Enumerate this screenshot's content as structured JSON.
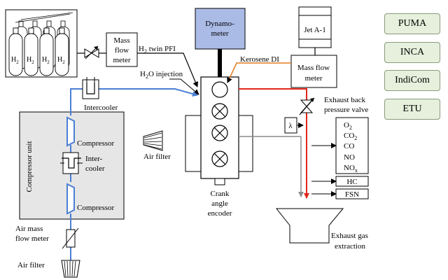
{
  "labels": {
    "h2": "H",
    "h2_sub": "2",
    "mass_flow_meter": [
      "Mass",
      "flow",
      "meter"
    ],
    "h2_pfi_pre": "H",
    "h2_pfi_sub": "2",
    "h2_pfi_post": " twin PFI",
    "h2o_pre": "H",
    "h2o_sub": "2",
    "h2o_post": "O injection",
    "intercooler": "Intercooler",
    "compressor_top": "Compressor",
    "compressor_bottom": "Compressor",
    "inter_cooler": [
      "Inter-",
      "cooler"
    ],
    "compressor_unit": "Compressor unit",
    "air_mass_flow_meter": [
      "Air mass",
      "flow meter"
    ],
    "air_filter_left": "Air filter",
    "air_filter_mid": "Air filter",
    "dynamometer": [
      "Dynamo-",
      "meter"
    ],
    "jet_a1": "Jet A-1",
    "kerosene_di": "Kerosene DI",
    "mass_flow_meter_right": [
      "Mass flow",
      "meter"
    ],
    "exhaust_back_pressure": [
      "Exhaust back",
      "pressure valve"
    ],
    "lambda": "λ",
    "emissions": [
      "O",
      "CO",
      "CO",
      "NO",
      "NO"
    ],
    "emissions_sub": [
      "2",
      "2",
      "",
      "",
      "x"
    ],
    "hc": "HC",
    "fsn": "FSN",
    "crank_angle_encoder": [
      "Crank",
      "angle",
      "encoder"
    ],
    "exhaust_gas_extraction": [
      "Exhaust gas",
      "extraction"
    ]
  },
  "systems": [
    "PUMA",
    "INCA",
    "IndiCom",
    "ETU"
  ],
  "colors": {
    "air_line": "#4a7fd4",
    "exhaust_line": "#e0261b",
    "grey_line": "#8c8c8c",
    "dynamometer_fill": "#aabbe6",
    "compressor_unit_fill": "#e6e6e6",
    "system_box_fill": "#e6f0dc",
    "fuel_line": "#e07a1f"
  }
}
